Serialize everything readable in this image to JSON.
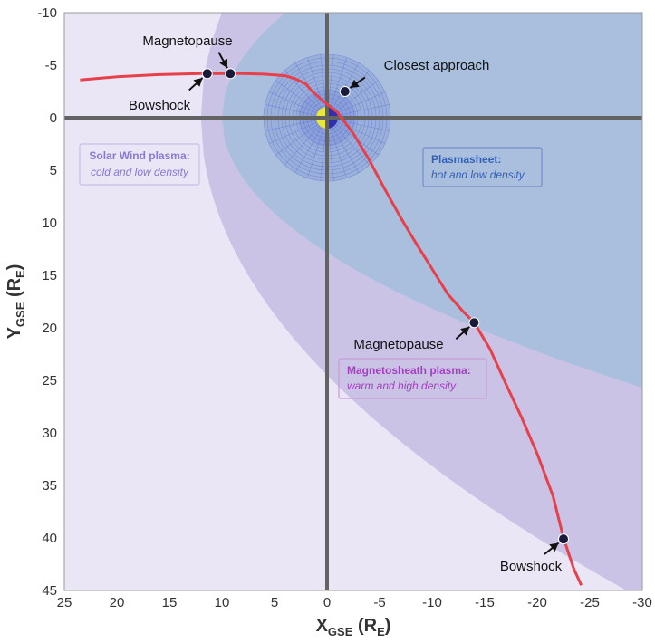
{
  "chart_data": {
    "type": "line",
    "xlabel": {
      "main": "X",
      "sub": "GSE",
      "unit_open": " (R",
      "unit_sub": "E",
      "unit_close": ")"
    },
    "ylabel": {
      "main": "Y",
      "sub": "GSE",
      "unit_open": " (R",
      "unit_sub": "E",
      "unit_close": ")"
    },
    "xlim": [
      25,
      -30
    ],
    "ylim": [
      -10,
      45
    ],
    "x_ticks": [
      25,
      20,
      15,
      10,
      5,
      0,
      -5,
      -10,
      -15,
      -20,
      -25,
      -30
    ],
    "y_ticks": [
      -10,
      -5,
      0,
      5,
      10,
      15,
      20,
      25,
      30,
      35,
      40,
      45
    ],
    "y_inverted": true,
    "x_reversed": true,
    "grid": false,
    "series": [
      {
        "color": "#e8404a",
        "x": [
          23.5,
          20,
          16,
          12,
          10,
          8,
          6,
          4,
          3,
          2,
          1.5,
          0.5,
          -1,
          -2.5,
          -4,
          -5.5,
          -7,
          -8.5,
          -10,
          -11.5,
          -13,
          -14,
          -15.5,
          -17,
          -18.5,
          -20,
          -21.5,
          -22.5,
          -23.5,
          -24.2
        ],
        "y": [
          -3.6,
          -3.9,
          -4.1,
          -4.2,
          -4.2,
          -4.2,
          -4.15,
          -4.0,
          -3.7,
          -3.2,
          -2.6,
          -1.7,
          -0.5,
          1.5,
          4,
          6.8,
          9.5,
          12,
          14.4,
          16.8,
          18.5,
          19.5,
          22,
          25.3,
          28.5,
          32,
          36,
          40,
          43,
          44.5
        ]
      }
    ],
    "markers": [
      {
        "x": 11.4,
        "y": -4.2
      },
      {
        "x": 9.2,
        "y": -4.2
      },
      {
        "x": -1.7,
        "y": -2.5
      },
      {
        "x": -14.0,
        "y": 19.5
      },
      {
        "x": -22.5,
        "y": 40.1
      }
    ],
    "annotations": [
      {
        "text": "Magnetopause"
      },
      {
        "text": "Bowshock"
      },
      {
        "text": "Closest approach"
      },
      {
        "text": "Magnetopause"
      },
      {
        "text": "Bowshock"
      }
    ],
    "regions": [
      {
        "title": "Solar Wind plasma:",
        "subtitle": "cold and low density",
        "color": "#eae6f5",
        "text_color": "#8a78d6",
        "border": "#c8bee8"
      },
      {
        "title": "Magnetosheath plasma:",
        "subtitle": "warm and high density",
        "color": "#cbc3e6",
        "text_color": "#a23fc0",
        "border": "#c79ad8"
      },
      {
        "title": "Plasmasheet:",
        "subtitle": "hot and low density",
        "color": "#a9bfdd",
        "text_color": "#3560b8",
        "border": "#6f8fcc"
      }
    ],
    "colors": {
      "axis_lines": "#636363",
      "earth_day": "#e8e83a",
      "earth_night": "#2f2fb0",
      "mesh": "#5a6fd0",
      "marker": "#1a1a3a"
    }
  }
}
